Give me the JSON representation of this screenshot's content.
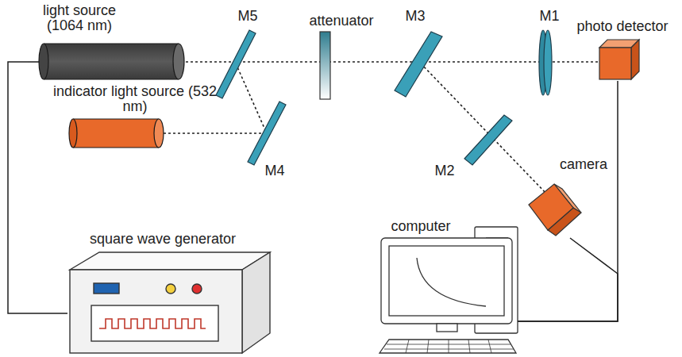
{
  "diagram": {
    "nodes": [
      {
        "text": [
          "light source (1064 nm)"
        ]
      },
      {
        "text": [
          "indicator light source (532 nm)"
        ]
      },
      {
        "text": [
          "photo detector"
        ]
      },
      {
        "text": [
          "camera"
        ]
      },
      {
        "text": [
          "computer"
        ]
      },
      {
        "text": [
          "square wave generator"
        ]
      }
    ],
    "edges": [
      {
        "from": 5,
        "to": 0,
        "arrow": "none"
      },
      {
        "from": 2,
        "to": 4,
        "arrow": "none"
      },
      {
        "from": 3,
        "to": 4,
        "arrow": "none"
      }
    ],
    "labels": [
      "M5",
      "attenuator",
      "M3",
      "M1",
      "M4",
      "M2"
    ]
  }
}
